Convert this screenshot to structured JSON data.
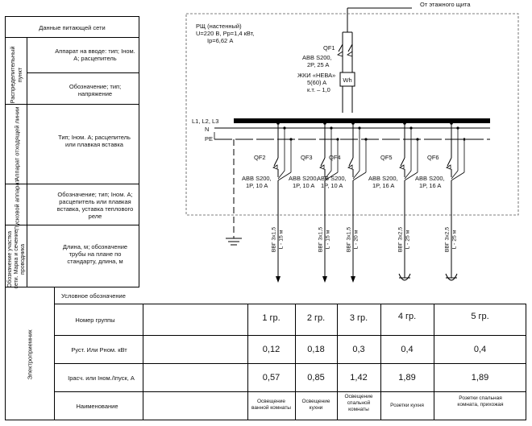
{
  "left_table": {
    "header": "Данные питающей сети",
    "section_rp": "Распределительный пункт",
    "rp_input": "Аппарат на вводе: тип; Iном. А; расцепитель",
    "rp_designation": "Обозначение; тип; напряжение",
    "section_feeder": "Аппарат отходящей линии",
    "feeder_text": "Тип; Iном. А; расцепитель или плавкая вставка",
    "section_starter": "Пусковой аппарат",
    "starter_text": "Обозначение; тип; Iном. А; расцепитель или плавкая вставка, уставка теплового реле",
    "section_line": "Обозначение участка сети. Марка и сечение проводника",
    "line_text": "Длина, м; обозначение трубы на плане по стандарту, длина, м",
    "section_receivers": "Электроприемник",
    "symbol_row": "Условное обозначение",
    "rows": [
      "Номер группы",
      "Руст. Или Рном. кВт",
      "Iрасч. или Iном./Iпуск, А",
      "Наименование"
    ]
  },
  "panel": {
    "source_label": "От этажного щита",
    "title": "РЩ (настенный)",
    "params_line1": "U=220 В, Рр=1,4 кВт,",
    "params_line2": "Iр=6,62 А",
    "main_breaker_id": "QF1",
    "main_breaker_model": "ABB S200,",
    "main_breaker_rating": "2P, 25 A",
    "meter_name": "ЖКИ «НЕВА»",
    "meter_rating": "5(60) A",
    "meter_class": "к.т. – 1,0",
    "meter_symbol": "Wh",
    "bus_labels": "L1, L2, L3",
    "neutral_label": "N",
    "pe_label": "PE"
  },
  "groups": [
    {
      "breaker": "QF2",
      "model": "ABB S200,",
      "rating": "1P, 10 A",
      "cable": "ВВГ 3х1,5",
      "length": "L - 15 м",
      "number": "1 гр.",
      "power": "0,12",
      "current": "0,57",
      "name": "Освещение ванной комнаты",
      "load": "lighting"
    },
    {
      "breaker": "QF3",
      "model": "ABB S200,",
      "rating": "1P, 10 A",
      "cable": "ВВГ 3х1,5",
      "length": "L - 15 м",
      "number": "2 гр.",
      "power": "0,18",
      "current": "0,85",
      "name": "Освещение кухни",
      "load": "lighting"
    },
    {
      "breaker": "QF4",
      "model": "ABB S200,",
      "rating": "1P, 10 A",
      "cable": "ВВГ 3х1,5",
      "length": "L - 20 м",
      "number": "3 гр.",
      "power": "0,3",
      "current": "1,42",
      "name": "Освещение спальной комнаты",
      "load": "lighting"
    },
    {
      "breaker": "QF5",
      "model": "ABB S200,",
      "rating": "1P, 16 A",
      "cable": "ВВГ 3х2,5",
      "length": "L - 25 м",
      "number": "4 гр.",
      "power": "0,4",
      "current": "1,89",
      "name": "Розетки кухня",
      "load": "socket"
    },
    {
      "breaker": "QF6",
      "model": "ABB S200,",
      "rating": "1P, 16 A",
      "cable": "ВВГ 3х2,5",
      "length": "L - 25 м",
      "number": "5 гр.",
      "power": "0,4",
      "current": "1,89",
      "name": "Розетки спальная комната, прихожая",
      "load": "socket"
    }
  ]
}
